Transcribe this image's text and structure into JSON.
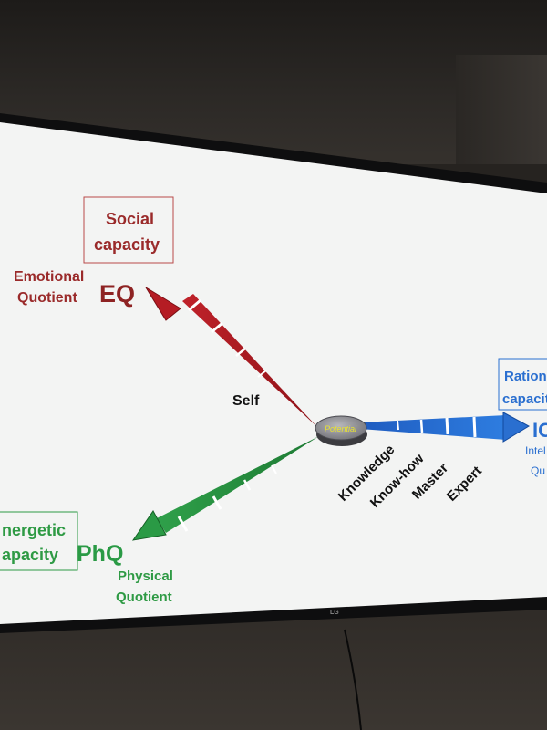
{
  "diagram": {
    "center": "Potential",
    "eq": {
      "capacity_line1": "Social",
      "capacity_line2": "capacity",
      "quotient_line1": "Emotional",
      "quotient_line2": "Quotient",
      "abbr": "EQ",
      "stage": "Self",
      "color": "#a52a2a"
    },
    "phq": {
      "capacity_line1": "nergetic",
      "capacity_line2": "apacity",
      "quotient_line1": "Physical",
      "quotient_line2": "Quotient",
      "abbr": "PhQ",
      "color": "#2e9a44"
    },
    "iq": {
      "capacity_line1": "Rationa",
      "capacity_line2": "capacit",
      "quotient_line1": "Intel",
      "quotient_line2": "Qu",
      "abbr": "IC",
      "color": "#2a6fd0"
    },
    "stages": [
      "Knowledge",
      "Know-how",
      "Master",
      "Expert"
    ]
  },
  "tv_brand": "LG"
}
